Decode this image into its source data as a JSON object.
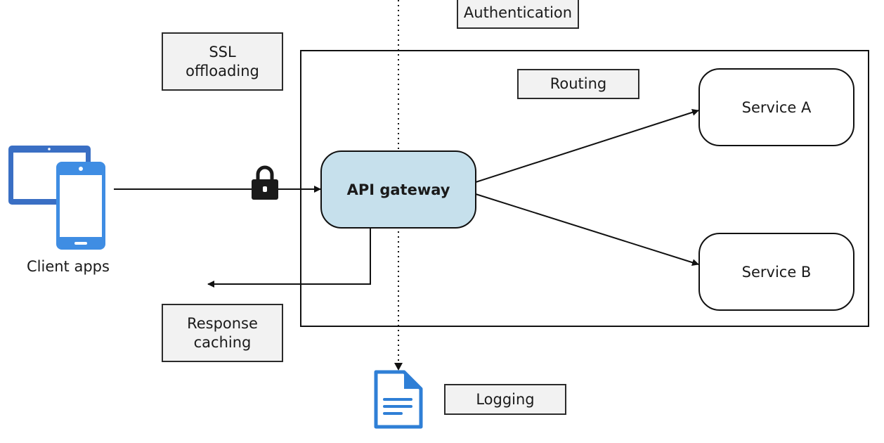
{
  "diagram": {
    "labels": {
      "authentication": "Authentication",
      "ssl_offloading": "SSL offloading",
      "routing": "Routing",
      "response_caching": "Response caching",
      "logging": "Logging",
      "client_apps": "Client apps"
    },
    "nodes": {
      "api_gateway": "API gateway",
      "service_a": "Service A",
      "service_b": "Service B"
    },
    "icons": {
      "client": "tablet-and-phone-icon",
      "lock": "lock-icon",
      "log": "document-icon"
    },
    "colors": {
      "gateway_fill": "#c6e0ec",
      "label_fill": "#f2f2f2",
      "device_blue": "#3a78d4",
      "document_blue": "#2f7fd6"
    }
  }
}
